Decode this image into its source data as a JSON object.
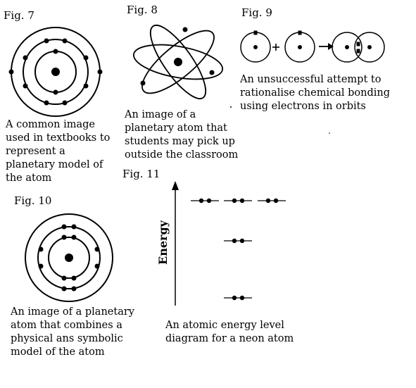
{
  "figures": {
    "fig7": {
      "label": "Fig. 7",
      "caption": [
        "A common image",
        "used in textbooks to",
        "represent a",
        "planetary model of",
        "the atom"
      ]
    },
    "fig8": {
      "label": "Fig. 8",
      "caption": [
        "An image of a",
        "planetary atom that",
        "students may pick up",
        "outside the classroom"
      ]
    },
    "fig9": {
      "label": "Fig. 9",
      "caption": [
        "An unsuccessful attempt to",
        "rationalise chemical bonding",
        "using electrons in orbits"
      ]
    },
    "fig10": {
      "label": "Fig. 10",
      "caption": [
        "An image of a planetary",
        "atom that combines a",
        "physical ans symbolic",
        "model of the atom"
      ]
    },
    "fig11": {
      "label": "Fig. 11",
      "axis_label": "Energy",
      "caption": [
        "An atomic energy level",
        "diagram for a neon atom"
      ]
    }
  }
}
